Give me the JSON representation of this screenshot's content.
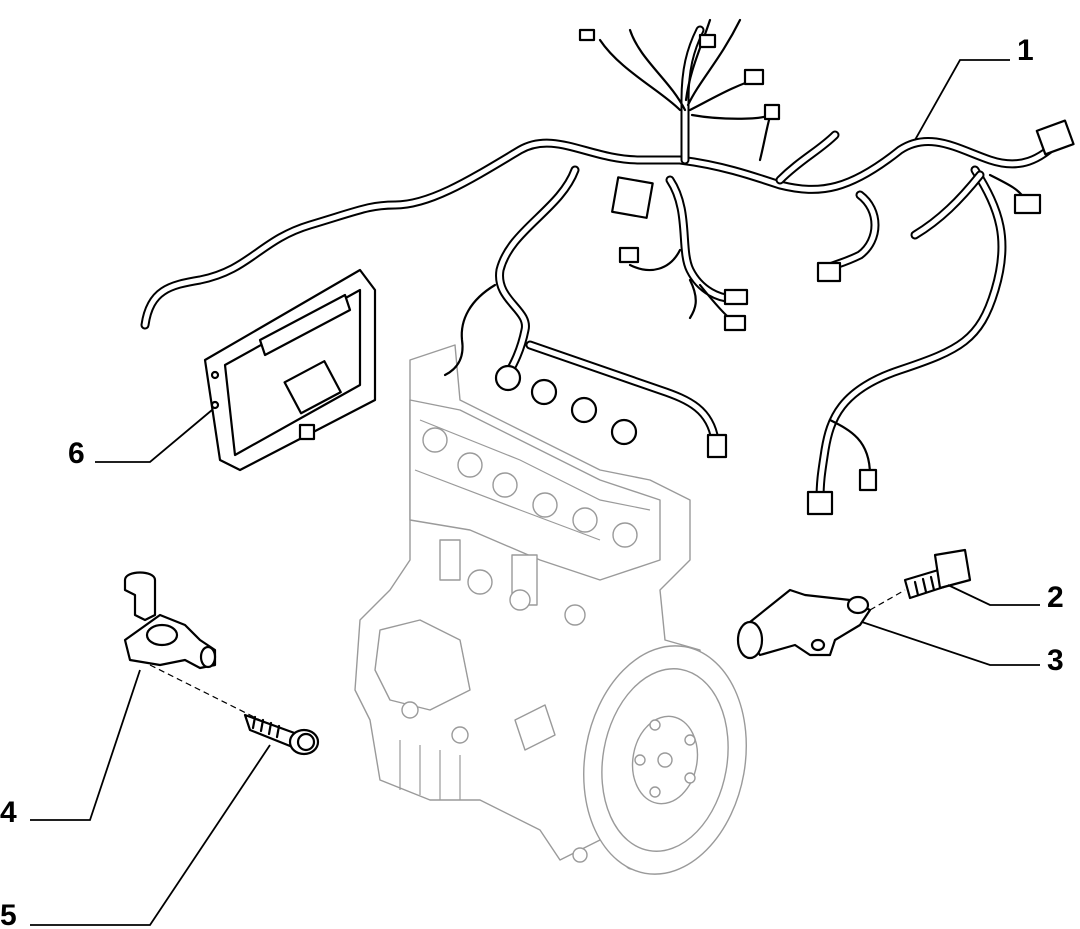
{
  "callouts": [
    {
      "id": "1",
      "label": "1"
    },
    {
      "id": "2",
      "label": "2"
    },
    {
      "id": "3",
      "label": "3"
    },
    {
      "id": "4",
      "label": "4"
    },
    {
      "id": "5",
      "label": "5"
    },
    {
      "id": "6",
      "label": "6"
    }
  ],
  "colors": {
    "line": "#000000",
    "engine_line": "#9a9a9a",
    "background": "#ffffff"
  }
}
